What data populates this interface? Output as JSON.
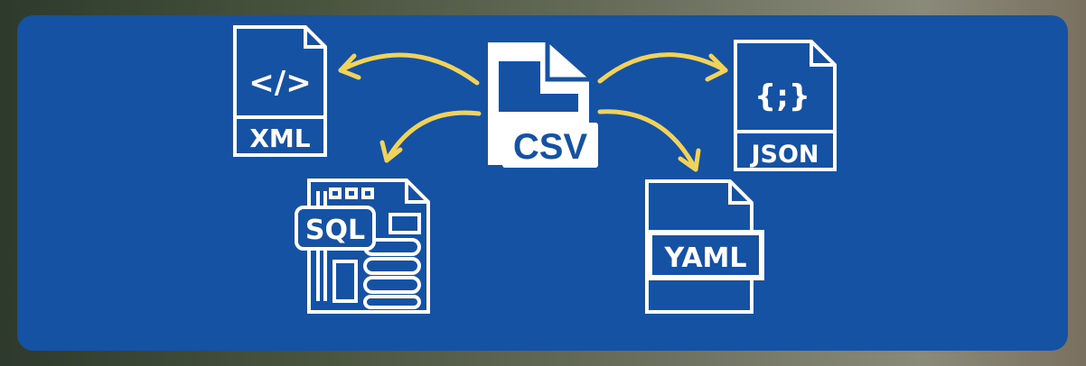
{
  "colors": {
    "card": "#1652a3",
    "icon": "#ffffff",
    "arrow": "#f2d35a"
  },
  "center": {
    "label": "CSV",
    "icon": "csv-file-icon"
  },
  "targets": [
    {
      "key": "xml",
      "label": "XML",
      "glyph": "</>",
      "icon": "xml-file-icon"
    },
    {
      "key": "json",
      "label": "JSON",
      "glyph": "{;}",
      "icon": "json-file-icon"
    },
    {
      "key": "sql",
      "label": "SQL",
      "icon": "sql-database-file-icon"
    },
    {
      "key": "yaml",
      "label": "YAML",
      "icon": "yaml-file-icon"
    }
  ]
}
